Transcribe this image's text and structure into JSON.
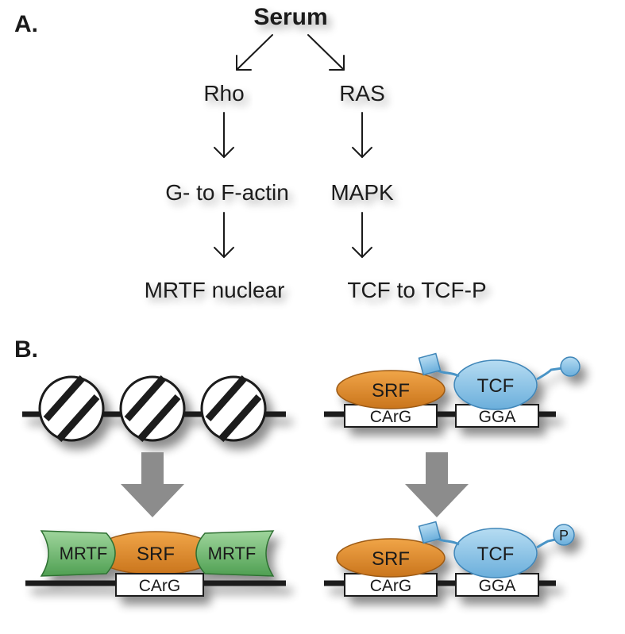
{
  "panel_a": {
    "label": "A.",
    "top_node": "Serum",
    "left_path": [
      "Rho",
      "G- to F-actin",
      "MRTF nuclear"
    ],
    "right_path": [
      "RAS",
      "MAPK",
      "TCF to TCF-P"
    ]
  },
  "panel_b": {
    "label": "B.",
    "top_right": {
      "srf_label": "SRF",
      "tcf_label": "TCF",
      "box1_label": "CArG",
      "box2_label": "GGA"
    },
    "bottom_left": {
      "mrtf_left_label": "MRTF",
      "srf_label": "SRF",
      "mrtf_right_label": "MRTF",
      "box_label": "CArG"
    },
    "bottom_right": {
      "srf_label": "SRF",
      "tcf_label": "TCF",
      "phospho_label": "P",
      "box1_label": "CArG",
      "box2_label": "GGA"
    }
  },
  "colors": {
    "srf": "#dd8a2a",
    "tcf": "#8ec4e6",
    "mrtf": "#6cba6c",
    "block_arrow": "#8c8c8c",
    "dna": "#1a1a1a"
  }
}
